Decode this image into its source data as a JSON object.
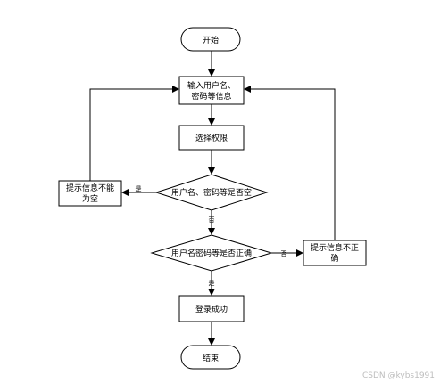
{
  "nodes": {
    "start": "开始",
    "input_line1": "输入用户名、",
    "input_line2": "密码等信息",
    "select_role": "选择权限",
    "check_empty": "用户名、密码等是否空",
    "empty_msg_line1": "提示信息不能",
    "empty_msg_line2": "为空",
    "check_correct": "用户名密码等是否正确",
    "wrong_msg_line1": "提示信息不正",
    "wrong_msg_line2": "确",
    "login_success": "登录成功",
    "end": "结束"
  },
  "edges": {
    "yes_empty": "是",
    "no_empty": "否",
    "no_correct": "否",
    "yes_correct": "是"
  },
  "watermark": "CSDN @kybs1991"
}
